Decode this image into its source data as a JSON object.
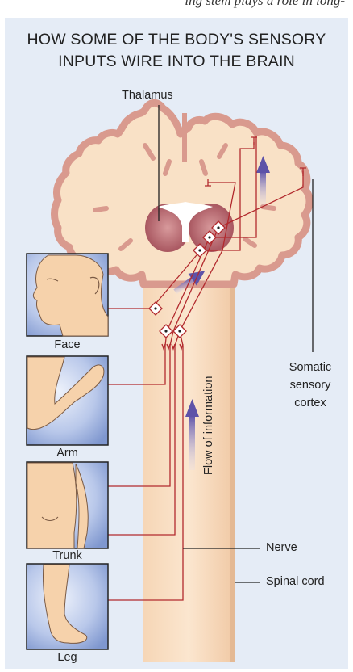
{
  "header_fragment": "ing stem plays a role in long-",
  "title": {
    "line1": "HOW SOME OF THE BODY'S SENSORY",
    "line2": "INPUTS WIRE INTO THE BRAIN"
  },
  "labels": {
    "thalamus": "Thalamus",
    "somatic_line1": "Somatic",
    "somatic_line2": "sensory",
    "somatic_line3": "cortex",
    "flow": "Flow of information",
    "nerve": "Nerve",
    "spinal_cord": "Spinal cord"
  },
  "body_parts": [
    {
      "key": "face",
      "label": "Face"
    },
    {
      "key": "arm",
      "label": "Arm"
    },
    {
      "key": "trunk",
      "label": "Trunk"
    },
    {
      "key": "leg",
      "label": "Leg"
    }
  ],
  "colors": {
    "panel": "#e5ecf6",
    "brain_fill": "#f9e1c6",
    "brain_outline": "#d99a8e",
    "thalamus": "#a8545c",
    "nerve_line": "#b22a2e",
    "arrow": "#6e62b0",
    "skin": "#f7d4ad",
    "photo_bg": "#9fb3e0"
  }
}
